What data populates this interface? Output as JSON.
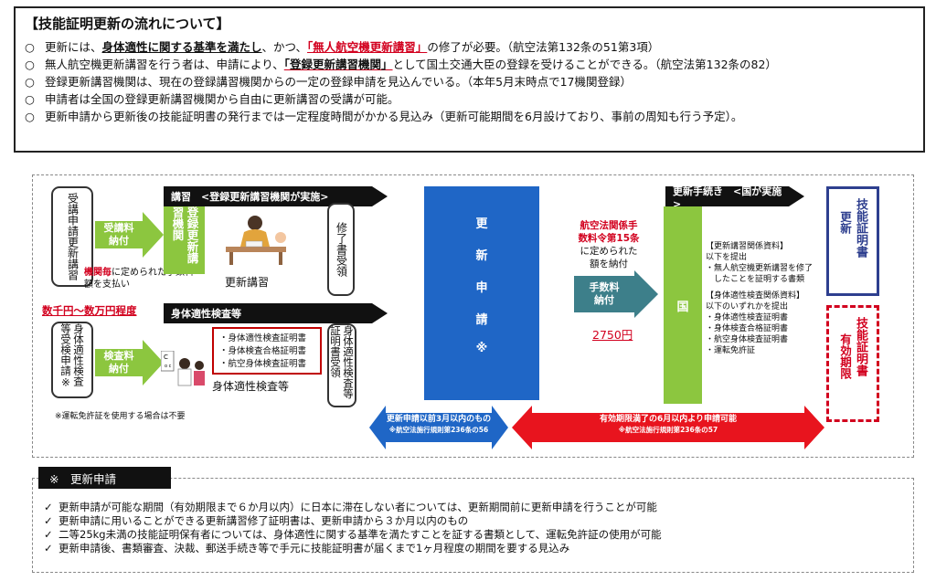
{
  "summary": {
    "title": "【技能証明更新の流れについて】",
    "bullet": "○",
    "items": [
      {
        "parts": [
          {
            "t": "更新には、",
            "s": ""
          },
          {
            "t": "身体適性に関する基準を満たし",
            "s": "hl-b"
          },
          {
            "t": "、かつ、",
            "s": ""
          },
          {
            "t": "「無人航空機更新講習」",
            "s": "hl-r"
          },
          {
            "t": "の修了が必要。（航空法第132条の51第3項）",
            "s": ""
          }
        ]
      },
      {
        "parts": [
          {
            "t": "無人航空機更新講習を行う者は、申請により、",
            "s": ""
          },
          {
            "t": "「登録更新講習機関」",
            "s": "hl-k"
          },
          {
            "t": "として国土交通大臣の登録を受けることができる。（航空法第132条の82）",
            "s": ""
          }
        ]
      },
      {
        "parts": [
          {
            "t": "登録更新講習機関は、現在の登録講習機関からの一定の登録申請を見込んでいる。（本年5月末時点で17機関登録）",
            "s": ""
          }
        ]
      },
      {
        "parts": [
          {
            "t": "申請者は全国の登録更新講習機関から自由に更新講習の受講が可能。",
            "s": ""
          }
        ]
      },
      {
        "parts": [
          {
            "t": "更新申請から更新後の技能証明書の発行までは一定程度時間がかかる見込み（更新可能期間を6月設けており、事前の周知も行う予定）。",
            "s": ""
          }
        ]
      }
    ]
  },
  "diagram": {
    "applicant_course": "受講申請更新講習",
    "fee_arrow_1": "受講料\n納付",
    "org_fee_note_1": "機関毎",
    "org_fee_note_2": "に定められた手数料額を支払い",
    "fee_range": "数千円〜数万円程度",
    "course_band": "講習　<登録更新講習機関が実施>",
    "org_column": "登録更新講習機関",
    "course_label": "更新講習",
    "completion_cert": "修了書受領",
    "exam_band": "身体適性検査等",
    "applicant_exam": "身体適性検査等受検申請※",
    "fee_arrow_2": "検査料\n納付",
    "exam_docs": [
      "・身体適性検査証明書",
      "・身体検査合格証明書",
      "・航空身体検査証明書"
    ],
    "exam_label": "身体適性検査等",
    "exam_cert": "身体適性検査等証明書受領",
    "license_note": "※運転免許証を使用する場合は不要",
    "renewal_application": [
      "更",
      "新",
      "申",
      "請",
      "※"
    ],
    "fee_rule": [
      "航空法関係手",
      "数料令第15条",
      "に定められた",
      "額を納付"
    ],
    "fee_arrow_3": "手数料\n納付",
    "fee_amount": "2750円",
    "procedure_band": "更新手続き　<国が実施>",
    "government": "国",
    "docs_title_1": "【更新講習関係資料】",
    "docs_sub_1": "以下を提出",
    "docs_items_1": [
      "・無人航空機更新講習を修了",
      "　したことを証明する書類"
    ],
    "docs_title_2": "【身体適性検査関係資料】",
    "docs_sub_2": "以下のいずれかを提出",
    "docs_items_2": [
      "・身体適性検査証明書",
      "・身体検査合格証明書",
      "・航空身体検査証明書",
      "・運転免許証"
    ],
    "new_cert_top": "更新",
    "new_cert_main": "技能証明書",
    "old_cert_top": "有効期限",
    "old_cert_main": "技能証明書",
    "arrow_blue_1": "更新申請以前3月以内のもの",
    "arrow_blue_2": "※航空法施行規則第236条の56",
    "arrow_red_1": "有効期限満了の6月以内より申請可能",
    "arrow_red_2": "※航空法施行規則第236条の57"
  },
  "note": {
    "tab": "※　更新申請",
    "check": "✓",
    "items": [
      "更新申請が可能な期間（有効期限まで６か月以内）に日本に滞在しない者については、更新期間前に更新申請を行うことが可能",
      "更新申請に用いることができる更新講習修了証明書は、更新申請から３か月以内のもの",
      "二等25kg未満の技能証明保有者については、身体適性に関する基準を満たすことを証する書類として、運転免許証の使用が可能",
      "更新申請後、書類審査、決裁、郵送手続き等で手元に技能証明書が届くまで1ヶ月程度の期間を要する見込み"
    ]
  },
  "colors": {
    "green": "#8cc63f",
    "blue": "#1f66c6",
    "red": "#d2001e",
    "navy": "#2e3f8f",
    "teal": "#3d7f8a"
  }
}
